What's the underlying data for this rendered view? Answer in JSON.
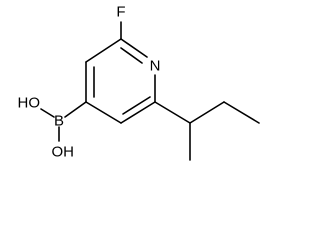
{
  "molecule": {
    "atoms": {
      "fluorine": "F",
      "nitrogen": "N",
      "boron": "B",
      "hydroxyl_top": "HO",
      "hydroxyl_bottom": "OH"
    }
  }
}
